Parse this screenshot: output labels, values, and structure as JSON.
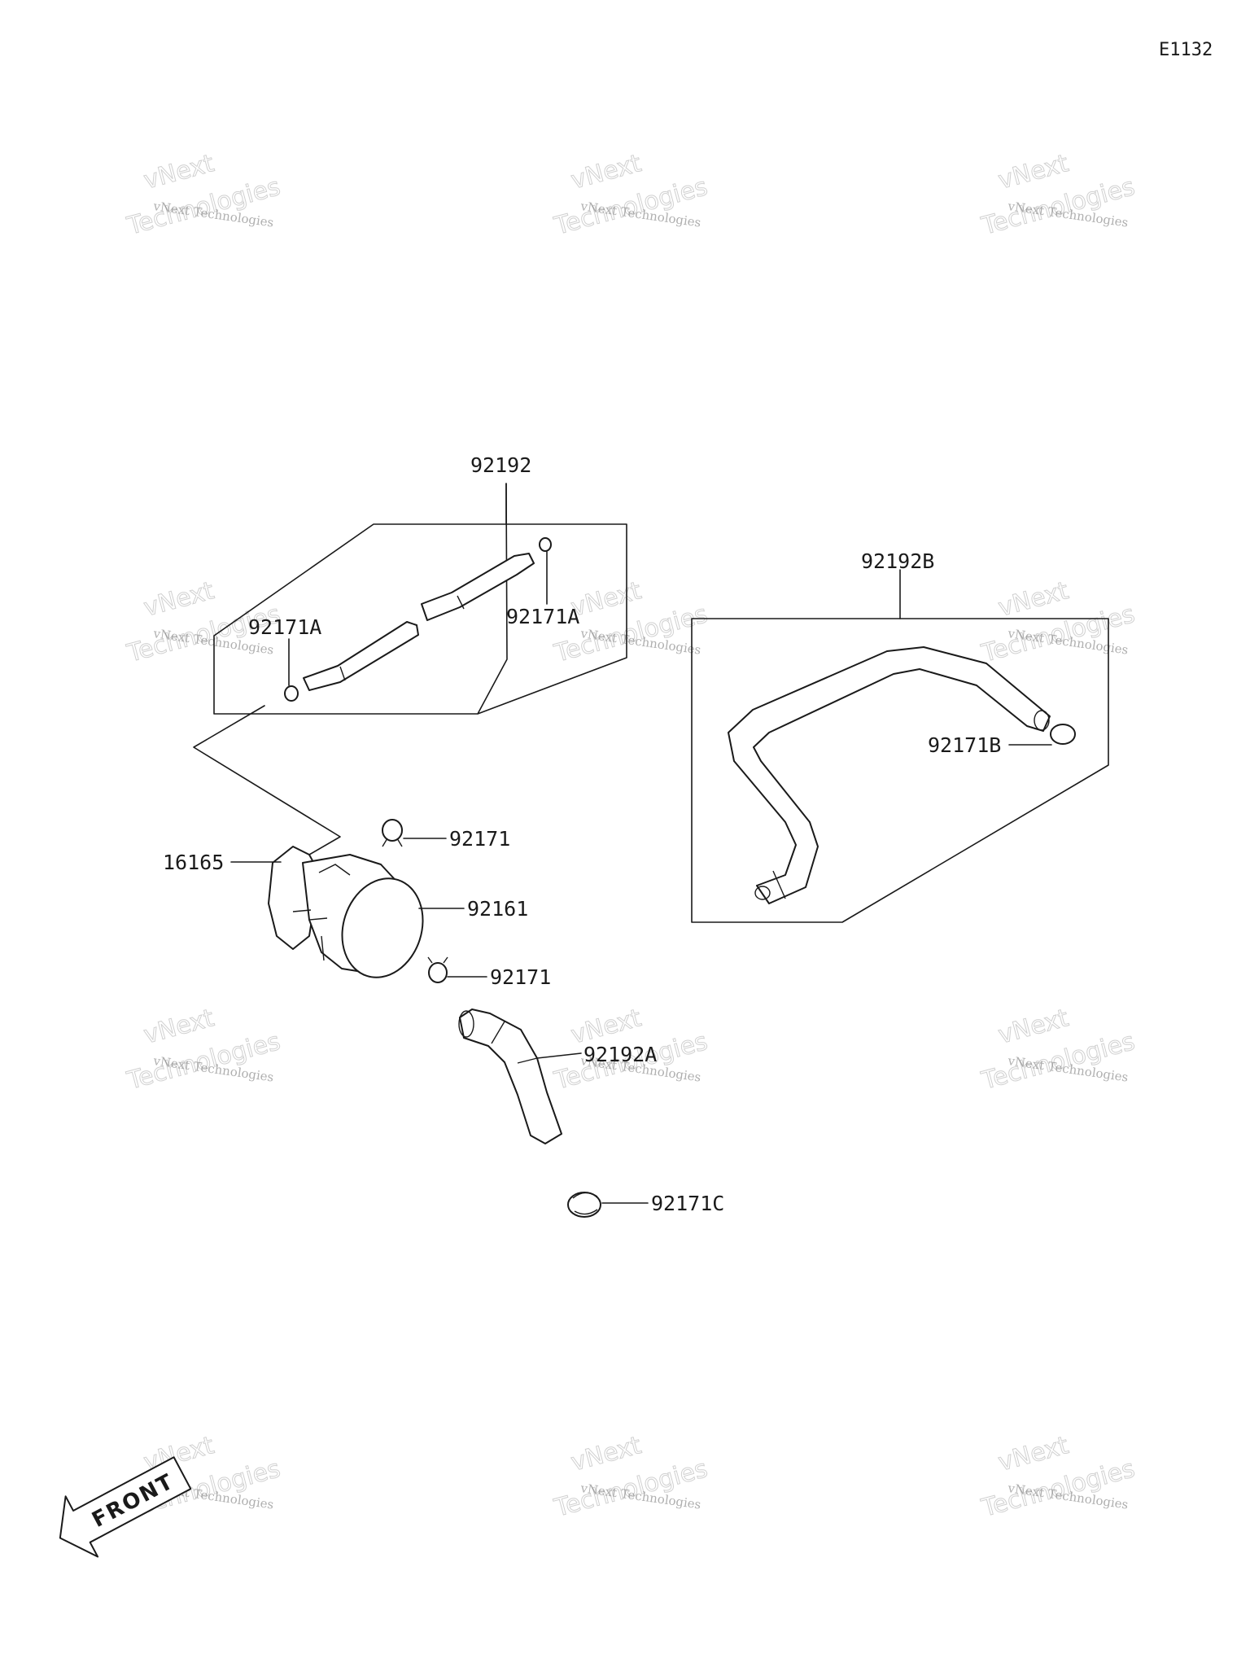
{
  "diagram_code": "E1132",
  "callouts": {
    "kit_92192": "92192",
    "clamp_92171A_left": "92171A",
    "clamp_92171A_right": "92171A",
    "hose_92192B": "92192B",
    "clamp_92171B": "92171B",
    "clamp_92171_top": "92171",
    "canister_16165": "16165",
    "cap_92161": "92161",
    "clamp_92171_bottom": "92171",
    "hose_92192A": "92192A",
    "clamp_92171C": "92171C"
  },
  "front_arrow": "FRONT",
  "watermark": {
    "line_small": "vNext Technologies",
    "line_big_1": "vNext",
    "line_big_2": "Technologies"
  }
}
